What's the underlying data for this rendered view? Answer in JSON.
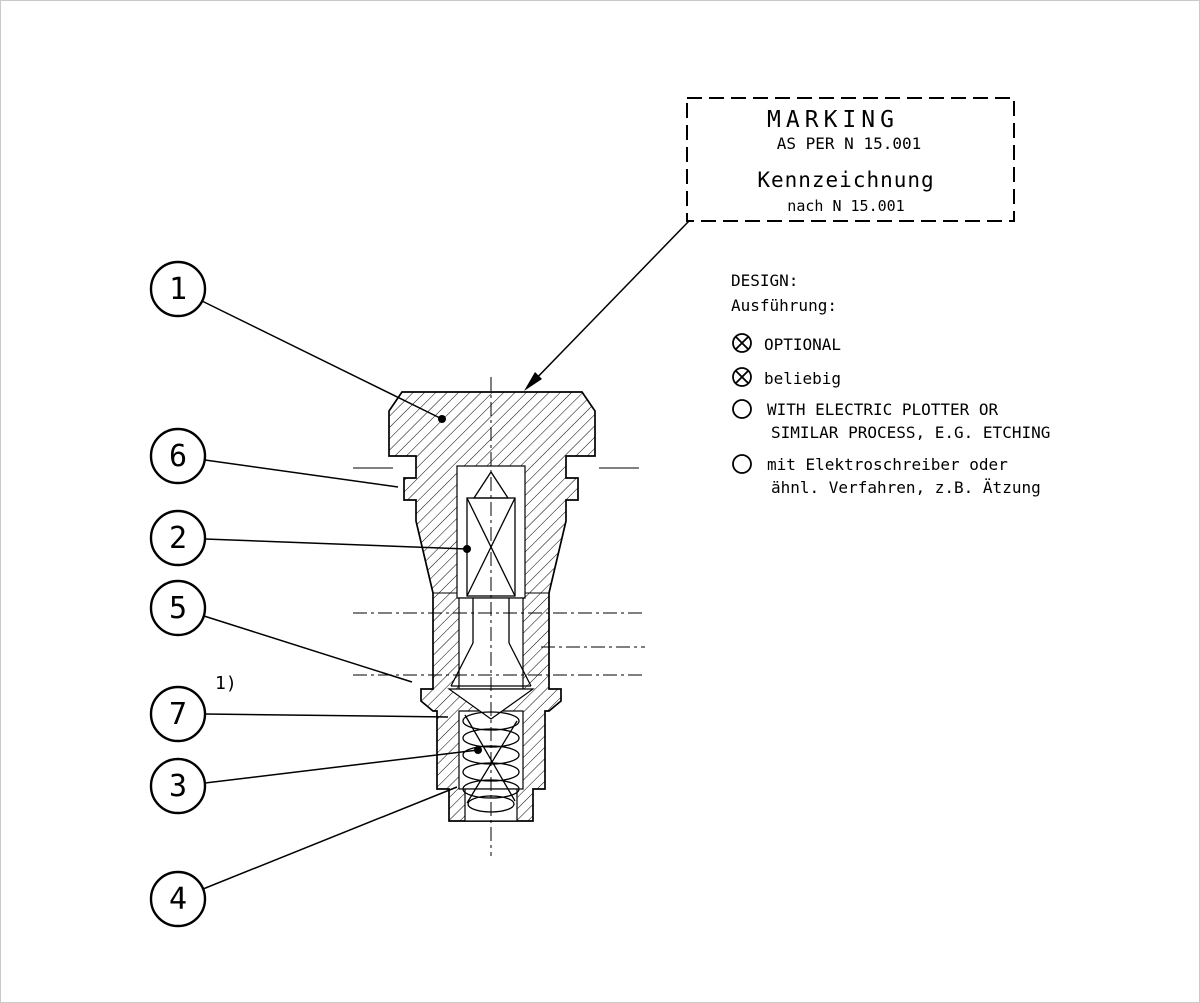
{
  "marking_box": {
    "title_en": "MARKING",
    "subtitle_en": "AS PER N 15.001",
    "title_de": "Kennzeichnung",
    "subtitle_de": "nach N 15.001"
  },
  "design_notes": {
    "label_en": "DESIGN:",
    "label_de": "Ausführung:",
    "option1": {
      "icon": "circle-cross-icon",
      "text": "OPTIONAL"
    },
    "option2": {
      "icon": "circle-cross-icon",
      "text": "beliebig"
    },
    "option3": {
      "icon": "circle-icon",
      "line1": "WITH ELECTRIC PLOTTER OR",
      "line2": "SIMILAR PROCESS, E.G. ETCHING"
    },
    "option4": {
      "icon": "circle-icon",
      "line1": "mit Elektroschreiber oder",
      "line2": "ähnl. Verfahren, z.B. Ätzung"
    }
  },
  "balloons": {
    "b1": "1",
    "b6": "6",
    "b2": "2",
    "b5": "5",
    "b7": "7",
    "b3": "3",
    "b4": "4"
  },
  "footnote": "1)",
  "colors": {
    "line": "#000000",
    "background": "#ffffff"
  }
}
